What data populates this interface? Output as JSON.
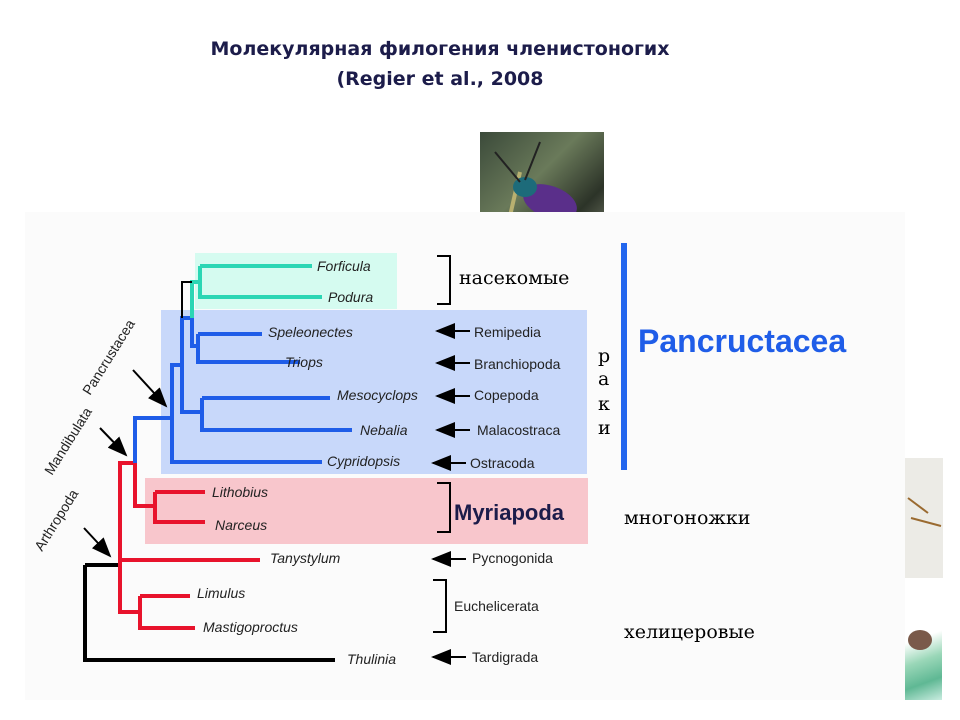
{
  "title": {
    "line1": "Молекулярная филогения членистоногих",
    "line2": "(Regier et al., 2008"
  },
  "clades": {
    "arthropoda": "Arthropoda",
    "mandibulata": "Mandibulata",
    "pancrustacea": "Pancrustacea"
  },
  "taxa": [
    {
      "genus": "Forficula",
      "group": ""
    },
    {
      "genus": "Podura",
      "group": ""
    },
    {
      "genus": "Speleonectes",
      "group": "Remipedia"
    },
    {
      "genus": "Triops",
      "group": "Branchiopoda"
    },
    {
      "genus": "Mesocyclops",
      "group": "Copepoda"
    },
    {
      "genus": "Nebalia",
      "group": "Malacostraca"
    },
    {
      "genus": "Cypridopsis",
      "group": "Ostracoda"
    },
    {
      "genus": "Lithobius",
      "group": ""
    },
    {
      "genus": "Narceus",
      "group": ""
    },
    {
      "genus": "Tanystylum",
      "group": "Pycnogonida"
    },
    {
      "genus": "Limulus",
      "group": ""
    },
    {
      "genus": "Mastigoproctus",
      "group": ""
    },
    {
      "genus": "Thulinia",
      "group": "Tardigrada"
    }
  ],
  "groups": {
    "insects_ru": "насекомые",
    "crustaceans_ru": [
      "р",
      "а",
      "к",
      "и"
    ],
    "pancrustacea": "Pancructacea",
    "myriapoda": "Myriapoda",
    "myriapoda_ru": "многоножки",
    "euchelicerata": "Euchelicerata",
    "chelicerata_ru": "хелицеровые"
  },
  "colors": {
    "insect_branch": "#2bd6b4",
    "crustacean_branch": "#1f5de8",
    "myriapod_branch": "#e8132c",
    "root_branch": "#000000",
    "insect_bg": "#d5fbf0",
    "crustacean_bg": "#c8d8fa",
    "myriapod_bg": "#f8c6cc",
    "pancrustacea_bar": "#2266ee"
  }
}
